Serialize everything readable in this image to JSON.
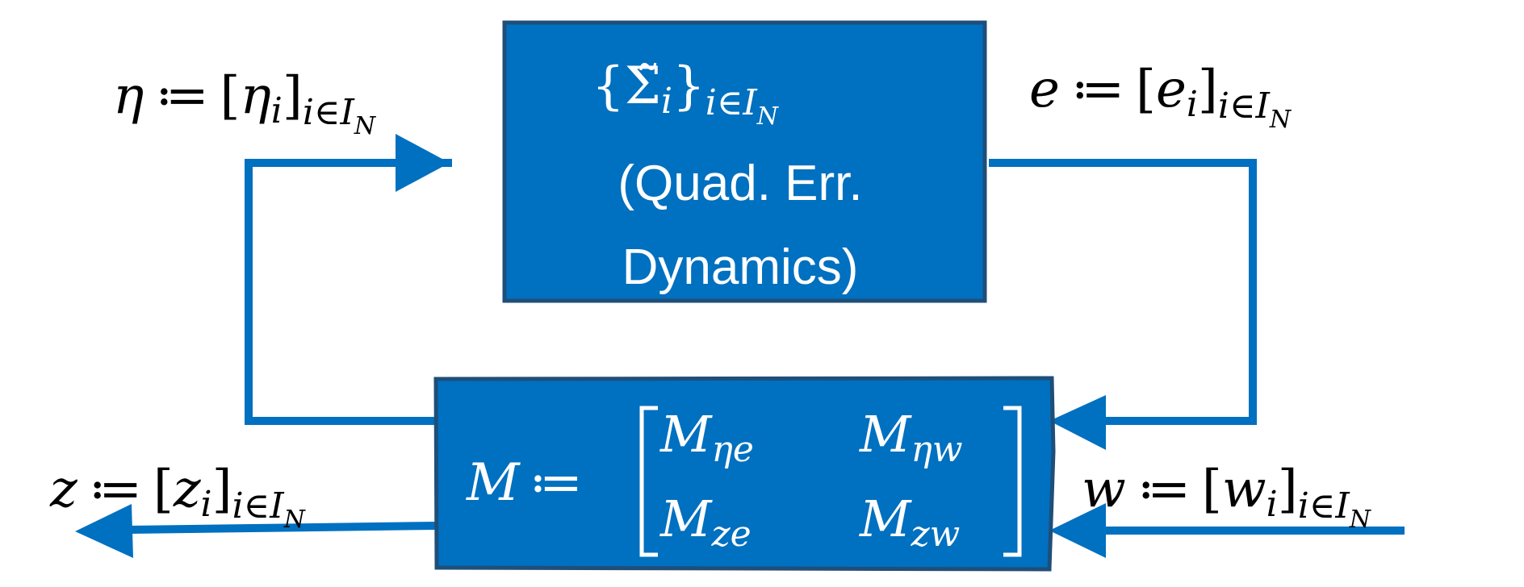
{
  "top_block": {
    "set_symbol": "Σ̃",
    "set_subscript": "i",
    "set_index": "i∈I",
    "set_index_sub": "N",
    "line1": "(Quad. Err.",
    "line2": "Dynamics)"
  },
  "bottom_block": {
    "lhs": "M",
    "assign": "≔",
    "m_ne": "M",
    "m_ne_sub": "ηe",
    "m_nw": "M",
    "m_nw_sub": "ηw",
    "m_ze": "M",
    "m_ze_sub": "ze",
    "m_zw": "M",
    "m_zw_sub": "zw"
  },
  "signals": {
    "eta": {
      "sym": "η",
      "assign": "≔",
      "elem": "η",
      "elem_sub": "i",
      "index": "i∈I",
      "index_sub": "N"
    },
    "e": {
      "sym": "e",
      "assign": "≔",
      "elem": "e",
      "elem_sub": "i",
      "index": "i∈I",
      "index_sub": "N"
    },
    "z": {
      "sym": "z",
      "assign": "≔",
      "elem": "z",
      "elem_sub": "i",
      "index": "i∈I",
      "index_sub": "N"
    },
    "w": {
      "sym": "w",
      "assign": "≔",
      "elem": "w",
      "elem_sub": "i",
      "index": "i∈I",
      "index_sub": "N"
    }
  },
  "colors": {
    "block_fill": "#0070C0",
    "block_border": "#1F4E79",
    "arrow": "#0070C0",
    "text": "#000000"
  }
}
